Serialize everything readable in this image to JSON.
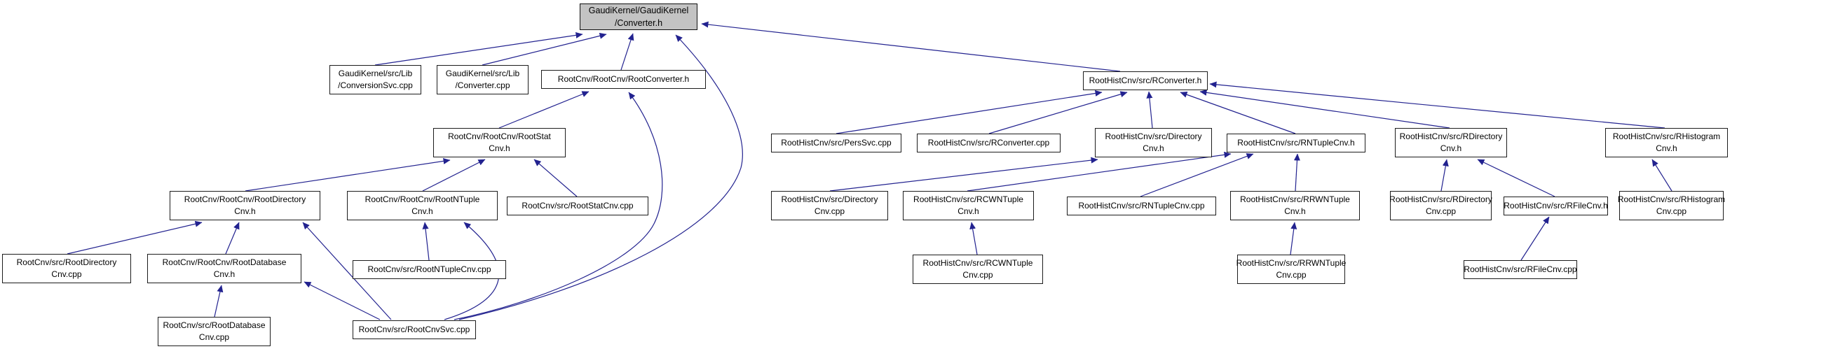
{
  "diagram": {
    "kind": "include-dependency-graph",
    "colors": {
      "edge": "#22228f",
      "node_fill": "#ffffff",
      "node_border": "#1c1c1c",
      "root_node_fill": "#c3c3c3"
    },
    "nodes": {
      "converter_h": {
        "label": "GaudiKernel/GaudiKernel\n/Converter.h"
      },
      "conversionsvc_cpp": {
        "label": "GaudiKernel/src/Lib\n/ConversionSvc.cpp"
      },
      "converter_cpp": {
        "label": "GaudiKernel/src/Lib\n/Converter.cpp"
      },
      "rootconverter_h": {
        "label": "RootCnv/RootCnv/RootConverter.h"
      },
      "rconverter_h": {
        "label": "RootHistCnv/src/RConverter.h"
      },
      "rootstatcnv_h": {
        "label": "RootCnv/RootCnv/RootStat\nCnv.h"
      },
      "perssvc_cpp": {
        "label": "RootHistCnv/src/PersSvc.cpp"
      },
      "rconverter_cpp": {
        "label": "RootHistCnv/src/RConverter.cpp"
      },
      "directorycnv_h": {
        "label": "RootHistCnv/src/Directory\nCnv.h"
      },
      "rntuplecnv_h": {
        "label": "RootHistCnv/src/RNTupleCnv.h"
      },
      "rdirectorycnv_h": {
        "label": "RootHistCnv/src/RDirectory\nCnv.h"
      },
      "rhistogramcnv_h": {
        "label": "RootHistCnv/src/RHistogram\nCnv.h"
      },
      "rootdirectorycnv_h": {
        "label": "RootCnv/RootCnv/RootDirectory\nCnv.h"
      },
      "rootntuplecnv_h": {
        "label": "RootCnv/RootCnv/RootNTuple\nCnv.h"
      },
      "rootstatcnv_cpp": {
        "label": "RootCnv/src/RootStatCnv.cpp"
      },
      "directorycnv_cpp": {
        "label": "RootHistCnv/src/Directory\nCnv.cpp"
      },
      "rcwntuplecnv_h": {
        "label": "RootHistCnv/src/RCWNTuple\nCnv.h"
      },
      "rntuplecnv_cpp": {
        "label": "RootHistCnv/src/RNTupleCnv.cpp"
      },
      "rrwntuplecnv_h": {
        "label": "RootHistCnv/src/RRWNTuple\nCnv.h"
      },
      "rdirectorycnv_cpp": {
        "label": "RootHistCnv/src/RDirectory\nCnv.cpp"
      },
      "rfilecnv_h": {
        "label": "RootHistCnv/src/RFileCnv.h"
      },
      "rhistogramcnv_cpp": {
        "label": "RootHistCnv/src/RHistogram\nCnv.cpp"
      },
      "rootdirectorycnv_cpp": {
        "label": "RootCnv/src/RootDirectory\nCnv.cpp"
      },
      "rootdatabasecnv_h": {
        "label": "RootCnv/RootCnv/RootDatabase\nCnv.h"
      },
      "rootntuplecnv_cpp": {
        "label": "RootCnv/src/RootNTupleCnv.cpp"
      },
      "rcwntuplecnv_cpp": {
        "label": "RootHistCnv/src/RCWNTuple\nCnv.cpp"
      },
      "rrwntuplecnv_cpp": {
        "label": "RootHistCnv/src/RRWNTuple\nCnv.cpp"
      },
      "rfilecnv_cpp": {
        "label": "RootHistCnv/src/RFileCnv.cpp"
      },
      "rootdatabasecnv_cpp": {
        "label": "RootCnv/src/RootDatabase\nCnv.cpp"
      },
      "rootcnvsvc_cpp": {
        "label": "RootCnv/src/RootCnvSvc.cpp"
      }
    },
    "edges": [
      {
        "from": "conversionsvc_cpp",
        "to": "converter_h"
      },
      {
        "from": "converter_cpp",
        "to": "converter_h"
      },
      {
        "from": "rootconverter_h",
        "to": "converter_h"
      },
      {
        "from": "rconverter_h",
        "to": "converter_h"
      },
      {
        "from": "rootcnvsvc_cpp",
        "to": "converter_h"
      },
      {
        "from": "rootstatcnv_h",
        "to": "rootconverter_h"
      },
      {
        "from": "rootcnvsvc_cpp",
        "to": "rootconverter_h"
      },
      {
        "from": "rootdirectorycnv_h",
        "to": "rootstatcnv_h"
      },
      {
        "from": "rootntuplecnv_h",
        "to": "rootstatcnv_h"
      },
      {
        "from": "rootstatcnv_cpp",
        "to": "rootstatcnv_h"
      },
      {
        "from": "rootdirectorycnv_cpp",
        "to": "rootdirectorycnv_h"
      },
      {
        "from": "rootdatabasecnv_h",
        "to": "rootdirectorycnv_h"
      },
      {
        "from": "rootcnvsvc_cpp",
        "to": "rootdirectorycnv_h"
      },
      {
        "from": "rootntuplecnv_cpp",
        "to": "rootntuplecnv_h"
      },
      {
        "from": "rootcnvsvc_cpp",
        "to": "rootntuplecnv_h"
      },
      {
        "from": "rootdatabasecnv_cpp",
        "to": "rootdatabasecnv_h"
      },
      {
        "from": "rootcnvsvc_cpp",
        "to": "rootdatabasecnv_h"
      },
      {
        "from": "perssvc_cpp",
        "to": "rconverter_h"
      },
      {
        "from": "rconverter_cpp",
        "to": "rconverter_h"
      },
      {
        "from": "directorycnv_h",
        "to": "rconverter_h"
      },
      {
        "from": "rntuplecnv_h",
        "to": "rconverter_h"
      },
      {
        "from": "rdirectorycnv_h",
        "to": "rconverter_h"
      },
      {
        "from": "rhistogramcnv_h",
        "to": "rconverter_h"
      },
      {
        "from": "directorycnv_cpp",
        "to": "directorycnv_h"
      },
      {
        "from": "rcwntuplecnv_h",
        "to": "rntuplecnv_h"
      },
      {
        "from": "rntuplecnv_cpp",
        "to": "rntuplecnv_h"
      },
      {
        "from": "rrwntuplecnv_h",
        "to": "rntuplecnv_h"
      },
      {
        "from": "rdirectorycnv_cpp",
        "to": "rdirectorycnv_h"
      },
      {
        "from": "rfilecnv_h",
        "to": "rdirectorycnv_h"
      },
      {
        "from": "rhistogramcnv_cpp",
        "to": "rhistogramcnv_h"
      },
      {
        "from": "rcwntuplecnv_cpp",
        "to": "rcwntuplecnv_h"
      },
      {
        "from": "rrwntuplecnv_cpp",
        "to": "rrwntuplecnv_h"
      },
      {
        "from": "rfilecnv_cpp",
        "to": "rfilecnv_h"
      }
    ]
  }
}
